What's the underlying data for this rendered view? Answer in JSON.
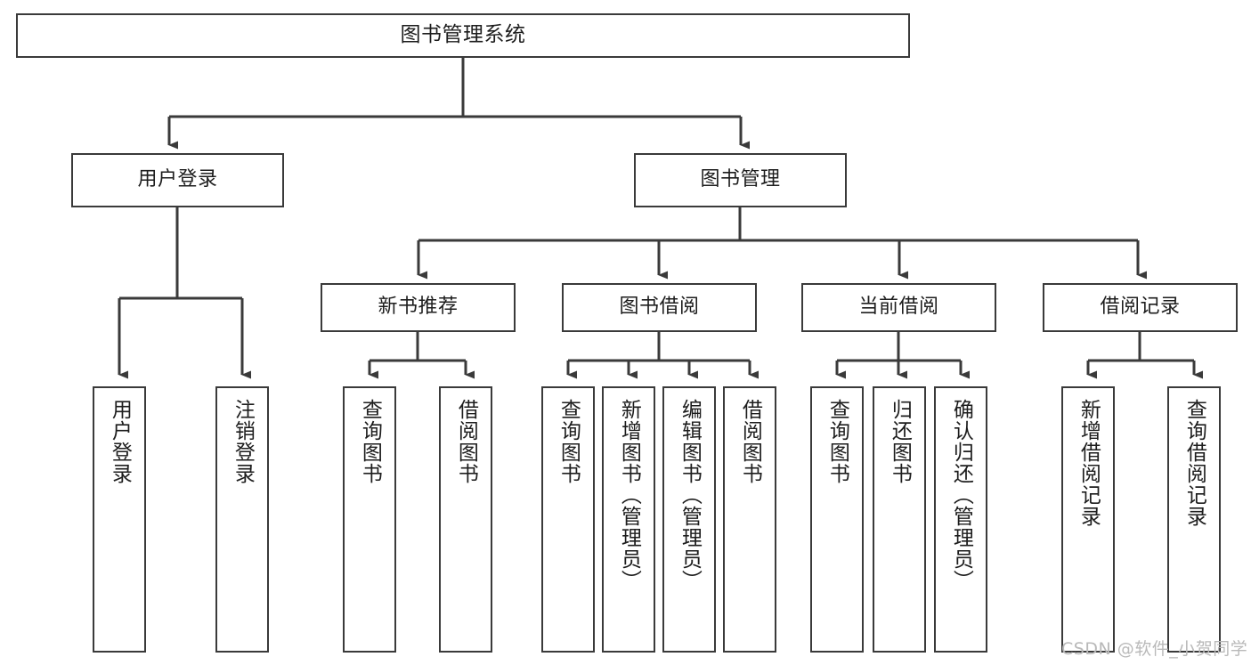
{
  "diagram": {
    "type": "tree",
    "title": "图书管理系统",
    "orientation": "top-down",
    "colors": {
      "box_border": "#3a3a3a",
      "box_fill": "#ffffff",
      "connector": "#3a3a3a",
      "text": "#1d1d1d",
      "watermark": "#b9b9b9",
      "background": "#ffffff"
    },
    "root": {
      "label": "图书管理系统"
    },
    "level1": [
      {
        "label": "用户登录"
      },
      {
        "label": "图书管理"
      }
    ],
    "level2": [
      {
        "label": "新书推荐"
      },
      {
        "label": "图书借阅"
      },
      {
        "label": "当前借阅"
      },
      {
        "label": "借阅记录"
      }
    ],
    "leaves": {
      "user_login": [
        {
          "label": "用户登录"
        },
        {
          "label": "注销登录"
        }
      ],
      "new_book": [
        {
          "label": "查询图书"
        },
        {
          "label": "借阅图书"
        }
      ],
      "book_borrow": [
        {
          "label": "查询图书"
        },
        {
          "label": "新增图书（管理员）"
        },
        {
          "label": "编辑图书（管理员）"
        },
        {
          "label": "借阅图书"
        }
      ],
      "current_borrow": [
        {
          "label": "查询图书"
        },
        {
          "label": "归还图书"
        },
        {
          "label": "确认归还（管理员）"
        }
      ],
      "borrow_record": [
        {
          "label": "新增借阅记录"
        },
        {
          "label": "查询借阅记录"
        }
      ]
    }
  },
  "watermark": {
    "text": "CSDN @软件_小贺同学"
  }
}
